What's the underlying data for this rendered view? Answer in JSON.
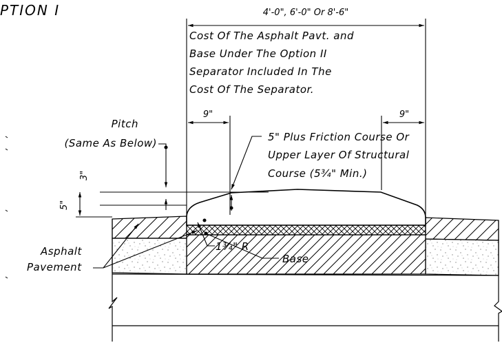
{
  "title": "PTION I",
  "dimensions": {
    "overall_width": "4'-0\", 6'-0\" Or 8'-6\"",
    "left_offset": "9\"",
    "right_offset": "9\"",
    "rise_upper": "3\"",
    "rise_total": "5\""
  },
  "notes": {
    "cost_note": [
      "Cost Of The Asphalt Pavt. and",
      "Base Under The Option II",
      "Separator Included In The",
      "Cost Of The Separator."
    ],
    "pitch": [
      "Pitch",
      "(Same As Below)"
    ],
    "friction_course": [
      "5\" Plus Friction Course Or",
      "Upper Layer Of Structural",
      "Course (5¾\" Min.)"
    ],
    "radius": "1¾\" R",
    "base": "Base",
    "asphalt_pavement": [
      "Asphalt",
      "Pavement"
    ]
  },
  "colors": {
    "ink": "#000000",
    "background": "#ffffff"
  }
}
